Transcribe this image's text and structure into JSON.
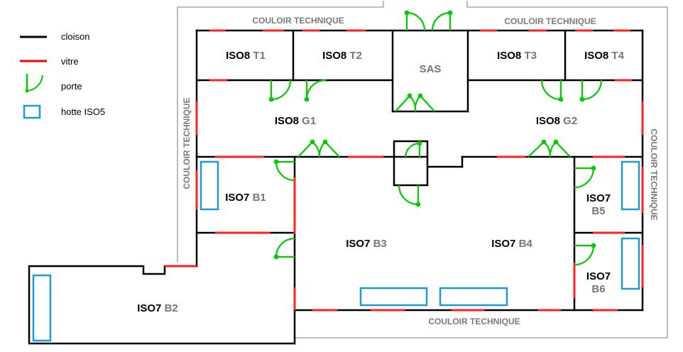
{
  "legend": {
    "wall": "cloison",
    "glass": "vitre",
    "door": "porte",
    "hood": "hotte ISO5"
  },
  "colors": {
    "wall": "#000000",
    "glass": "#ff0000",
    "door": "#00cc00",
    "hood": "#1e9ad6",
    "corridor_outline": "#999999",
    "corridor_text": "#7a7a7a",
    "room_id": "#777777"
  },
  "corridors": {
    "top_left": "COULOIR TECHNIQUE",
    "top_right": "COULOIR TECHNIQUE",
    "left": "COULOIR TECHNIQUE",
    "right": "COULOIR TECHNIQUE",
    "bottom": "COULOIR TECHNIQUE"
  },
  "rooms": {
    "t1": {
      "class": "ISO8",
      "id": "T1"
    },
    "t2": {
      "class": "ISO8",
      "id": "T2"
    },
    "t3": {
      "class": "ISO8",
      "id": "T3"
    },
    "t4": {
      "class": "ISO8",
      "id": "T4"
    },
    "sas": "SAS",
    "g1": {
      "class": "ISO8",
      "id": "G1"
    },
    "g2": {
      "class": "ISO8",
      "id": "G2"
    },
    "b1": {
      "class": "ISO7",
      "id": "B1"
    },
    "b2": {
      "class": "ISO7",
      "id": "B2"
    },
    "b3": {
      "class": "ISO7",
      "id": "B3"
    },
    "b4": {
      "class": "ISO7",
      "id": "B4"
    },
    "b5": {
      "class": "ISO7",
      "id": "B5"
    },
    "b6": {
      "class": "ISO7",
      "id": "B6"
    }
  }
}
